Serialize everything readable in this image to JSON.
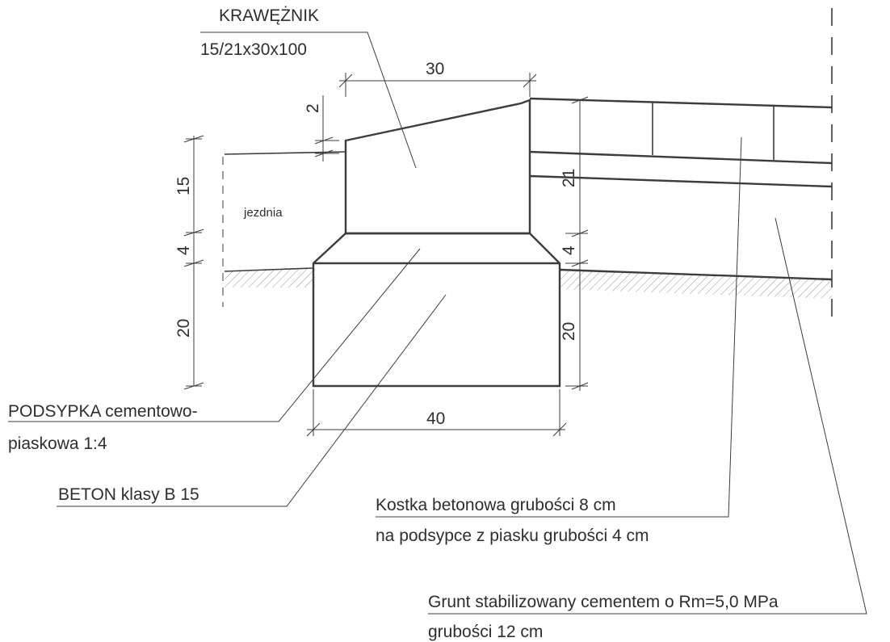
{
  "labels": {
    "curb_name": "KRAWĘŻNIK",
    "curb_size": "15/21x30x100",
    "roadway": "jezdnia",
    "bedding_line1": "PODSYPKA cementowo-",
    "bedding_line2": "piaskowa 1:4",
    "concrete": "BETON klasy B 15",
    "paving_line1": "Kostka betonowa grubości 8 cm",
    "paving_line2": "na podsypce z piasku grubości 4 cm",
    "soil_line1": "Grunt stabilizowany cementem o Rm=5,0 MPa",
    "soil_line2": "grubości 12 cm"
  },
  "dimensions": {
    "curb_top_width": "30",
    "curb_slope_rise": "2",
    "curb_exposed_height": "15",
    "left_bedding": "4",
    "left_foundation": "20",
    "curb_total_height": "21",
    "right_bedding": "4",
    "right_foundation": "20",
    "foundation_width": "40"
  },
  "colors": {
    "line": "#3c3c3c",
    "text": "#2e2e2e",
    "hatch": "#7a7a7a",
    "background": "#ffffff"
  }
}
